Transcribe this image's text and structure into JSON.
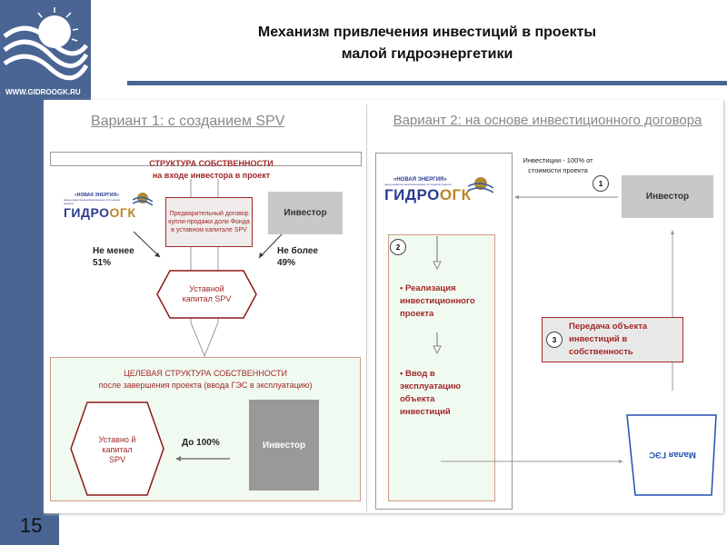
{
  "header": {
    "title_line1": "Механизм привлечения инвестиций в проекты",
    "title_line2": "малой гидроэнергетики",
    "site_url": "WWW.GIDROOGK.RU",
    "page_number": "15"
  },
  "colors": {
    "brand_blue": "#4a6594",
    "accent_red": "#a02828",
    "green_fill": "#f1faf0",
    "gray_box": "#c8c8c8",
    "dark_gray_box": "#999999",
    "ges_blue": "#2050b0"
  },
  "variant1": {
    "heading": "Вариант 1: с созданием SPV",
    "structure_title": "СТРУКТУРА СОБСТВЕННОСТИ",
    "structure_subtitle": "на входе инвестора в проект",
    "logo": {
      "tagline": "«НОВАЯ ЭНЕРГИЯ»",
      "sub": "фонд развития возобновляемых источников энергии",
      "name_a": "ГИДРО",
      "name_b": "ОГК"
    },
    "preliminary_contract": "Предварительный договор купли-продажи доли Фонда в уставном капитале SPV",
    "investor": "Инвестор",
    "share_min": "Не менее 51%",
    "share_max": "Не более 49%",
    "spv_capital": "Уставной капитал SPV",
    "target_title": "ЦЕЛЕВАЯ СТРУКТУРА СОБСТВЕННОСТИ",
    "target_subtitle": "после завершения проекта (ввода ГЭС в эксплуатацию)",
    "target_spv_capital": "Уставно й капитал SPV",
    "up_to": "До 100%",
    "target_investor": "Инвестор"
  },
  "variant2": {
    "heading": "Вариант 2: на основе инвестиционного договора",
    "logo": {
      "tagline": "«НОВАЯ ЭНЕРГИЯ»",
      "sub": "фонд развития возобновляемых источников энергии",
      "name_a": "ГИДРО",
      "name_b": "ОГК"
    },
    "investment_note": "Инвестиции - 100% от стоимости проекта",
    "investor": "Инвестор",
    "step1": "1",
    "step2": "2",
    "step3": "3",
    "bullet1": "Реализация инвестиционного проекта",
    "bullet2": "Ввод в эксплуатацию объекта инвестиций",
    "transfer": "Передача объекта инвестиций в собственность",
    "ges_label": "Малая ГЭС"
  }
}
